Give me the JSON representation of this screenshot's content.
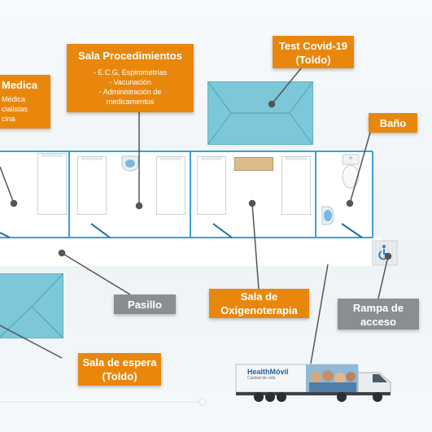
{
  "labels": {
    "sala_procedimientos": {
      "title": "Sala Procedimientos",
      "items": [
        "- E.C.G, Espirometrías",
        "- Vacunación",
        "- Administración de",
        "medicamentos"
      ]
    },
    "test_covid": {
      "line1": "Test Covid-19",
      "line2": "(Toldo)"
    },
    "medica": {
      "title": "Medica",
      "items": [
        "Médica",
        "cialistas",
        "cina"
      ]
    },
    "bano": {
      "title": "Baño"
    },
    "pasillo": {
      "title": "Pasillo"
    },
    "oxigenoterapia": {
      "line1": "Sala de",
      "line2": "Oxigenoterapia"
    },
    "rampa": {
      "line1": "Rampa de",
      "line2": "acceso"
    },
    "sala_espera": {
      "line1": "Sala de espera",
      "line2": "(Toldo)"
    }
  },
  "truck": {
    "brand": "HealthMóvil",
    "tagline": "Calidad de vida"
  },
  "colors": {
    "orange": "#e8870c",
    "gray": "#8a8e93",
    "wall": "#3aa0d8",
    "tent": "#7cc8d9",
    "accessibility": "#2f80c9"
  },
  "icons": [
    "wheelchair-icon",
    "toilet-icon",
    "sink-icon"
  ]
}
